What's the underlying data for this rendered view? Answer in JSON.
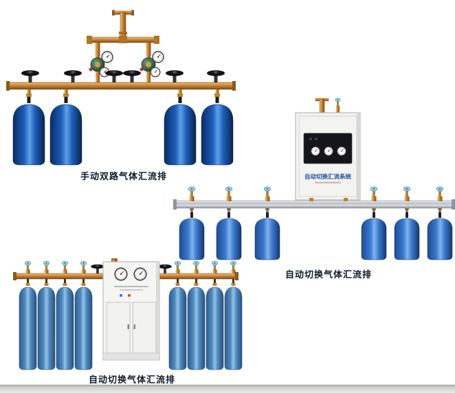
{
  "page": {
    "background": "#ffffff"
  },
  "products": [
    {
      "id": "manual-dual-gas-manifold",
      "caption": "手动双路气体汇流排",
      "cylinders": 4,
      "colors": {
        "pipe_brass": "#c9873a",
        "cylinder_blue": "#1d5cb8",
        "valve_black": "#141414"
      }
    },
    {
      "id": "auto-switch-gas-manifold",
      "caption": "自动切换气体汇流排",
      "cabinet_label": "自动切换汇流系统",
      "cylinders": 6,
      "colors": {
        "pipe_aluminum": "#b9bec4",
        "cylinder_blue": "#3a77cc",
        "cabinet_white": "#f3f3ef",
        "label_blue": "#1b4fa0"
      }
    },
    {
      "id": "auto-switch-gas-manifold-2",
      "caption": "自动切换气体汇流排",
      "cylinders": 8,
      "colors": {
        "pipe_brass": "#c9873a",
        "cylinder_blue": "#4d84b8",
        "cabinet_white": "#f5f5f1"
      }
    }
  ]
}
